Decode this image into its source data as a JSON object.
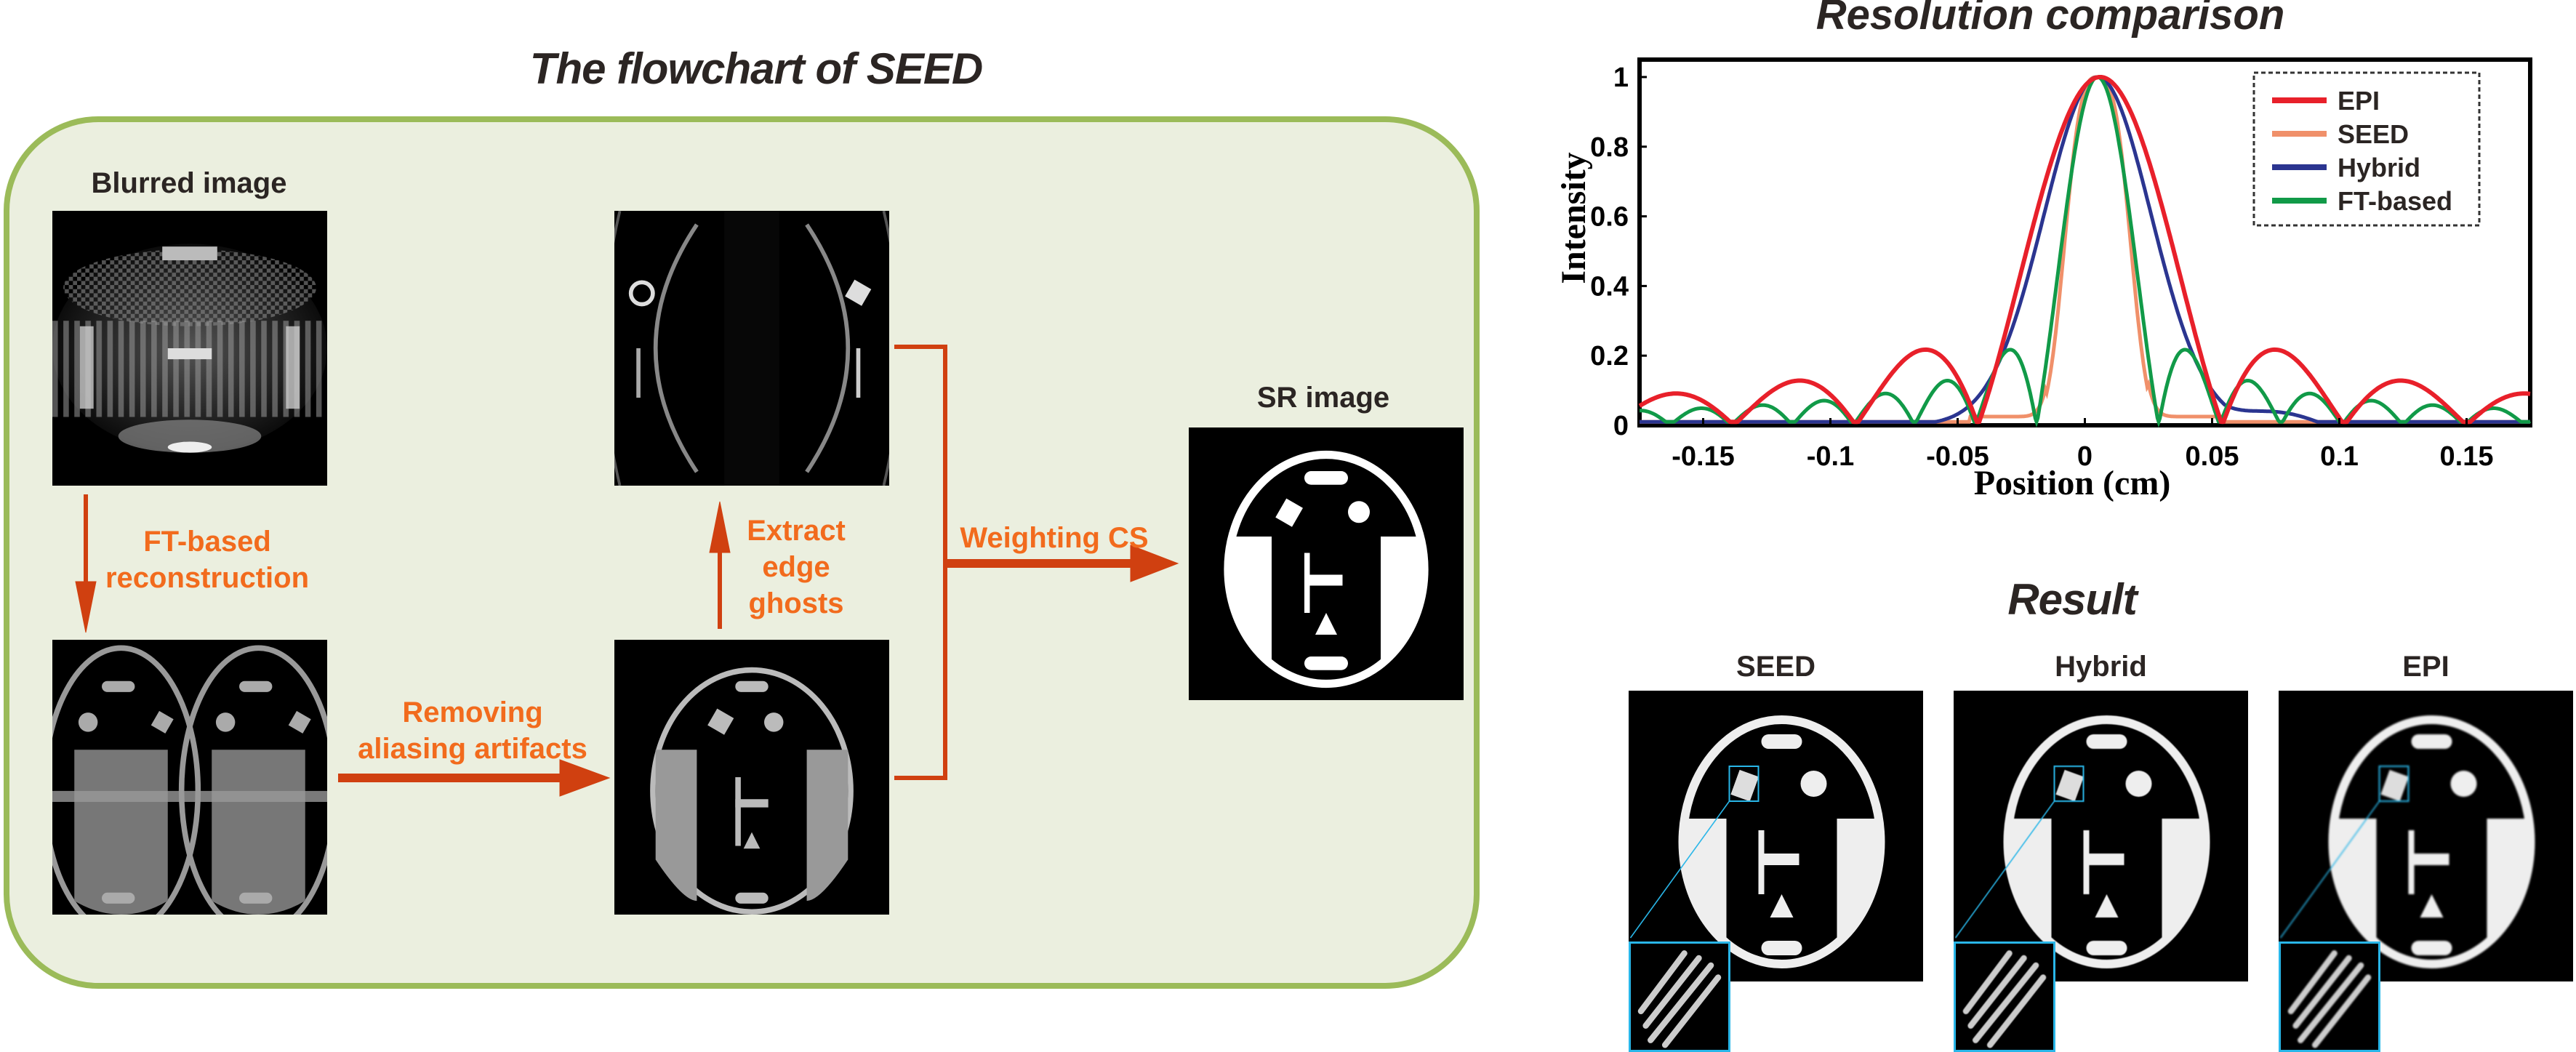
{
  "flowchart": {
    "title": "The flowchart of SEED",
    "blurred_label": "Blurred image",
    "sr_label": "SR image",
    "steps": {
      "ft_based": [
        "FT-based",
        "reconstruction"
      ],
      "removing": [
        "Removing",
        "aliasing artifacts"
      ],
      "extract": [
        "Extract",
        "edge",
        "ghosts"
      ],
      "weighting": "Weighting CS"
    },
    "arrow_color": "#d04010",
    "label_color": "#f26b1d",
    "box_border_color": "#9bbb59",
    "box_fill_color": "#ebefdf"
  },
  "result": {
    "title": "Result",
    "panels": [
      {
        "label": "SEED"
      },
      {
        "label": "Hybrid"
      },
      {
        "label": "EPI"
      }
    ],
    "zoom_box_color": "#29b6e8"
  },
  "chart_data": {
    "type": "line",
    "title": "Resolution comparison",
    "xlabel": "Position (cm)",
    "ylabel": "Intensity",
    "xlim": [
      -0.175,
      0.175
    ],
    "ylim": [
      0,
      1.05
    ],
    "xticks": [
      -0.15,
      -0.1,
      -0.05,
      0,
      0.05,
      0.1,
      0.15
    ],
    "xtick_labels": [
      "-0.15",
      "-0.1",
      "-0.05",
      "0",
      "0.05",
      "0.1",
      "0.15"
    ],
    "yticks": [
      0,
      0.2,
      0.4,
      0.6,
      0.8,
      1
    ],
    "ytick_labels": [
      "0",
      "0.2",
      "0.4",
      "0.6",
      "0.8",
      "1"
    ],
    "grid": false,
    "legend_position": "top-right",
    "series": [
      {
        "name": "EPI",
        "color": "#e8202a",
        "kind": "sinc",
        "center": 0.006,
        "first_zero": 0.048,
        "floor": 0.01
      },
      {
        "name": "SEED",
        "color": "#f0906a",
        "kind": "narrow",
        "center": 0.005,
        "half_width": 0.02,
        "floor": 0.01
      },
      {
        "name": "Hybrid",
        "color": "#2b3590",
        "kind": "gauss",
        "center": 0.005,
        "sigma": 0.021,
        "floor": 0.01
      },
      {
        "name": "FT-based",
        "color": "#119a48",
        "kind": "sinc",
        "center": 0.005,
        "first_zero": 0.024,
        "floor": 0.01
      }
    ]
  }
}
